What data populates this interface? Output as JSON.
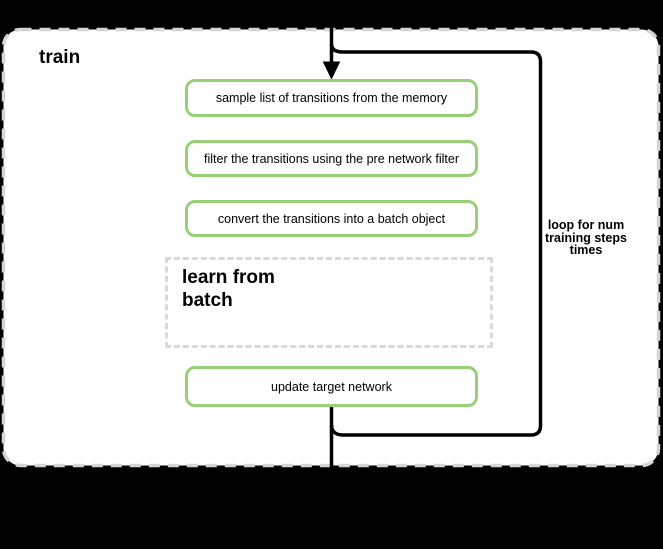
{
  "diagram": {
    "title": "train",
    "flow_boxes": [
      "sample list of transitions from the memory",
      "filter the transitions using the pre network filter",
      "convert the transitions into a batch object"
    ],
    "group_box": {
      "label": "learn from batch",
      "lines": [
        "learn from",
        "batch"
      ]
    },
    "final_box": "update target network",
    "loop_annotation": {
      "label": "loop for num training steps times",
      "lines": [
        "loop for num",
        "training steps",
        "times"
      ]
    },
    "colors": {
      "background": "#000000",
      "canvas_fill": "#ffffff",
      "canvas_border": "#d5d5d5",
      "step_box_border": "#97d077",
      "group_box_border": "#d9d9d9",
      "flow_line": "#000000",
      "text": "#000000"
    }
  }
}
